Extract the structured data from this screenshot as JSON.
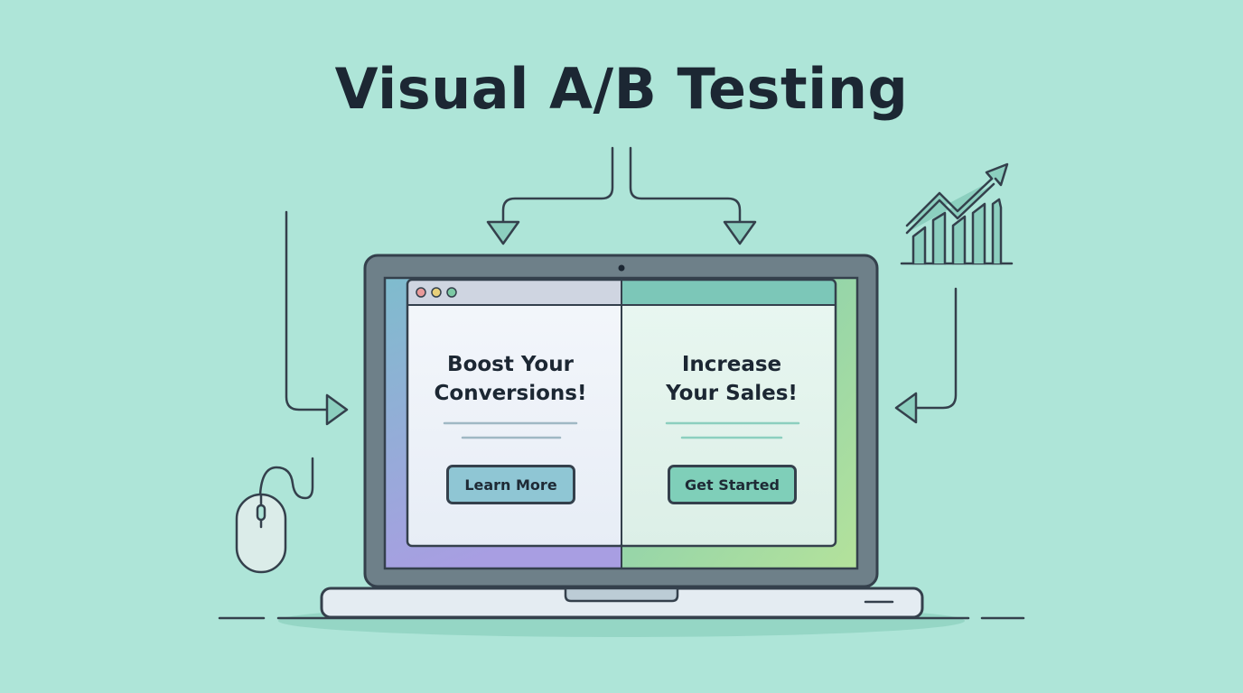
{
  "title": "Visual A/B Testing",
  "variant_a": {
    "headline": "Boost Your\nConversions!",
    "button_label": "Learn More"
  },
  "variant_b": {
    "headline": "Increase\nYour Sales!",
    "button_label": "Get Started"
  },
  "icons": [
    "mouse-icon",
    "growth-chart-icon",
    "laptop-icon",
    "window-dots-icon"
  ],
  "colors": {
    "background": "#aee5d8",
    "outline": "#34404c",
    "variant_a_button": "#8fc6d4",
    "variant_b_button": "#7fcfb9",
    "variant_b_accent": "#7cc7b8"
  }
}
